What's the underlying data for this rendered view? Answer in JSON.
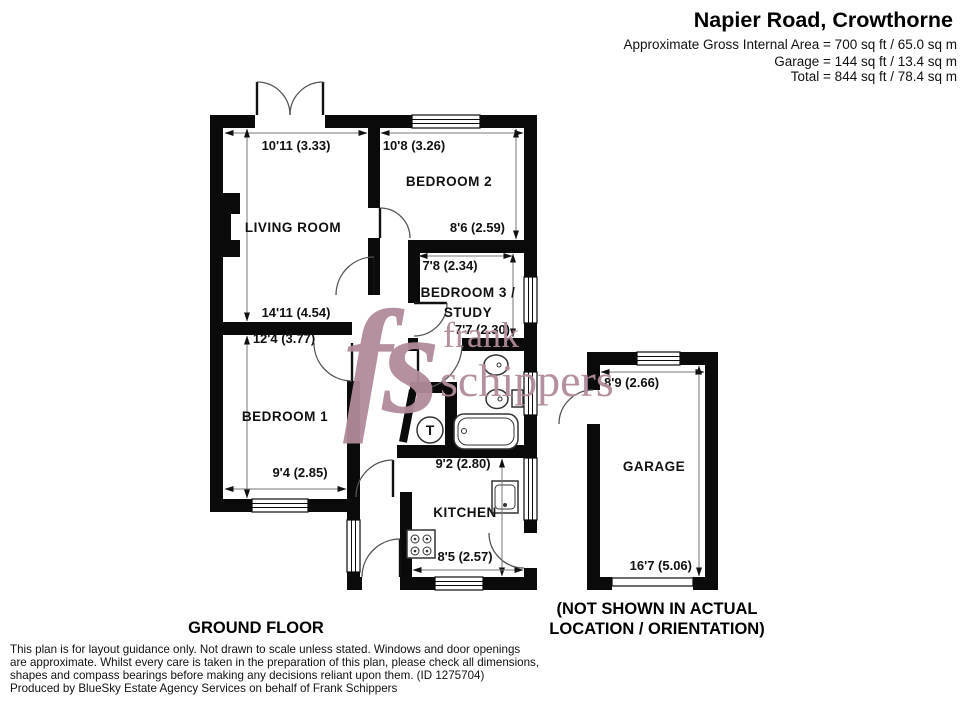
{
  "header": {
    "title": "Napier Road, Crowthorne",
    "area_line1": "Approximate Gross Internal Area = 700 sq ft / 65.0 sq m",
    "area_line2": "Garage = 144 sq ft / 13.4 sq m",
    "area_line3": "Total = 844 sq ft / 78.4 sq m"
  },
  "watermark": {
    "monogram": "fs",
    "word1": "frank",
    "word2": "schippers",
    "color": "#b18b9b"
  },
  "floorplan": {
    "floor_label": "GROUND FLOOR",
    "note_line1": "(NOT SHOWN IN ACTUAL",
    "note_line2": "LOCATION / ORIENTATION)",
    "rooms": {
      "living_room": "LIVING ROOM",
      "bedroom_2": "BEDROOM 2",
      "bedroom_3_line1": "BEDROOM 3 /",
      "bedroom_3_line2": "STUDY",
      "bedroom_1": "BEDROOM 1",
      "kitchen": "KITCHEN",
      "garage": "GARAGE"
    },
    "dimensions": {
      "living_room_width": "10'11 (3.33)",
      "living_room_depth": "14'11 (4.54)",
      "bedroom_2_width": "10'8 (3.26)",
      "bedroom_2_depth": "8'6 (2.59)",
      "bedroom_3_width_top": "7'8 (2.34)",
      "bedroom_3_width_bottom": "7'7 (2.30)",
      "bedroom_1_depth": "12'4 (3.77)",
      "bedroom_1_width": "9'4 (2.85)",
      "kitchen_depth": "9'2 (2.80)",
      "kitchen_width": "8'5 (2.57)",
      "garage_width": "8'9 (2.66)",
      "garage_depth": "16'7 (5.06)"
    },
    "fixtures": {
      "water_tank_label": "T"
    }
  },
  "footer": {
    "disclaimer_lines": [
      "This plan is for layout guidance only. Not drawn to scale unless stated. Windows and door openings",
      "are approximate. Whilst every care is taken in the preparation of this plan, please check all dimensions,",
      "shapes and compass bearings before making any decisions reliant upon them. (ID 1275704)",
      "Produced by BlueSky Estate Agency Services on behalf of Frank Schippers"
    ]
  },
  "colors": {
    "wall": "#0a0a0a",
    "watermark": "#b18b9b",
    "background": "#ffffff"
  }
}
